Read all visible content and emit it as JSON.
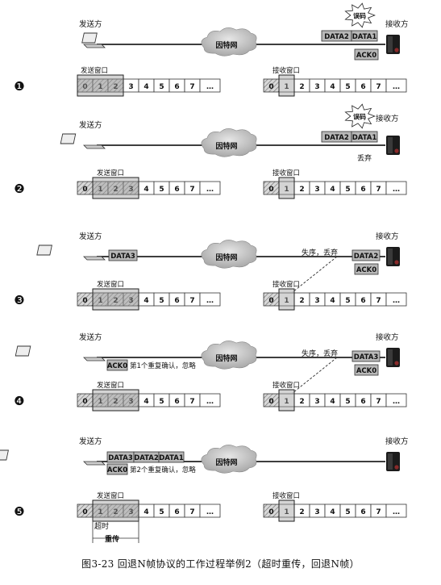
{
  "caption": "图3-23 回退N帧协议的工作过程举例2（超时重传，回退N帧）",
  "labels": {
    "sender": "发送方",
    "receiver": "接收方",
    "internet": "因特网",
    "send_window": "发送窗口",
    "recv_window": "接收窗口",
    "error": "误码",
    "discard": "丢弃",
    "out_of_order_discard": "失序，丢弃",
    "timeout": "超时",
    "retransmit": "重传"
  },
  "seq_cells": [
    "0",
    "1",
    "2",
    "3",
    "4",
    "5",
    "6",
    "7",
    "…"
  ],
  "steps": [
    {
      "marker": "❶",
      "sender_frames": [],
      "receiver_frames": [
        "DATA2",
        "DATA1"
      ],
      "receiver_ack": "ACK0",
      "error_burst": true,
      "receiver_note": "",
      "sender_note": "",
      "send_window_start": 0,
      "send_sent_start": 0,
      "recv_window_pos": 1
    },
    {
      "marker": "❷",
      "sender_frames": [],
      "receiver_frames": [
        "DATA2",
        "DATA1"
      ],
      "receiver_ack": "",
      "error_burst": true,
      "receiver_note": "丢弃",
      "sender_note": "",
      "send_window_start": 1,
      "send_sent_start": 1,
      "recv_window_pos": 1
    },
    {
      "marker": "❸",
      "sender_frames": [
        "DATA3"
      ],
      "receiver_frames": [
        "DATA2"
      ],
      "receiver_ack": "ACK0",
      "error_burst": false,
      "receiver_note": "失序，丢弃",
      "sender_note": "",
      "send_window_start": 1,
      "send_sent_start": 1,
      "recv_window_pos": 1
    },
    {
      "marker": "❹",
      "sender_frames": [],
      "receiver_frames": [
        "DATA3"
      ],
      "receiver_ack": "ACK0",
      "sender_ack": "ACK0",
      "error_burst": false,
      "receiver_note": "失序，丢弃",
      "sender_note": "第1个重复确认，忽略",
      "send_window_start": 1,
      "send_sent_start": 1,
      "recv_window_pos": 1
    },
    {
      "marker": "❺",
      "sender_frames": [
        "DATA3",
        "DATA2",
        "DATA1"
      ],
      "receiver_frames": [],
      "receiver_ack": "",
      "sender_ack": "ACK0",
      "error_burst": false,
      "receiver_note": "",
      "sender_note": "第2个重复确认，忽略",
      "send_window_start": 1,
      "send_sent_start": 1,
      "recv_window_pos": 1
    }
  ],
  "colors": {
    "frame_fill": "#b8b8b8",
    "cloud_fill": "#cfcfcf",
    "window_fill": "#b0b0b0",
    "hatch": "#777777",
    "line": "#222222"
  }
}
